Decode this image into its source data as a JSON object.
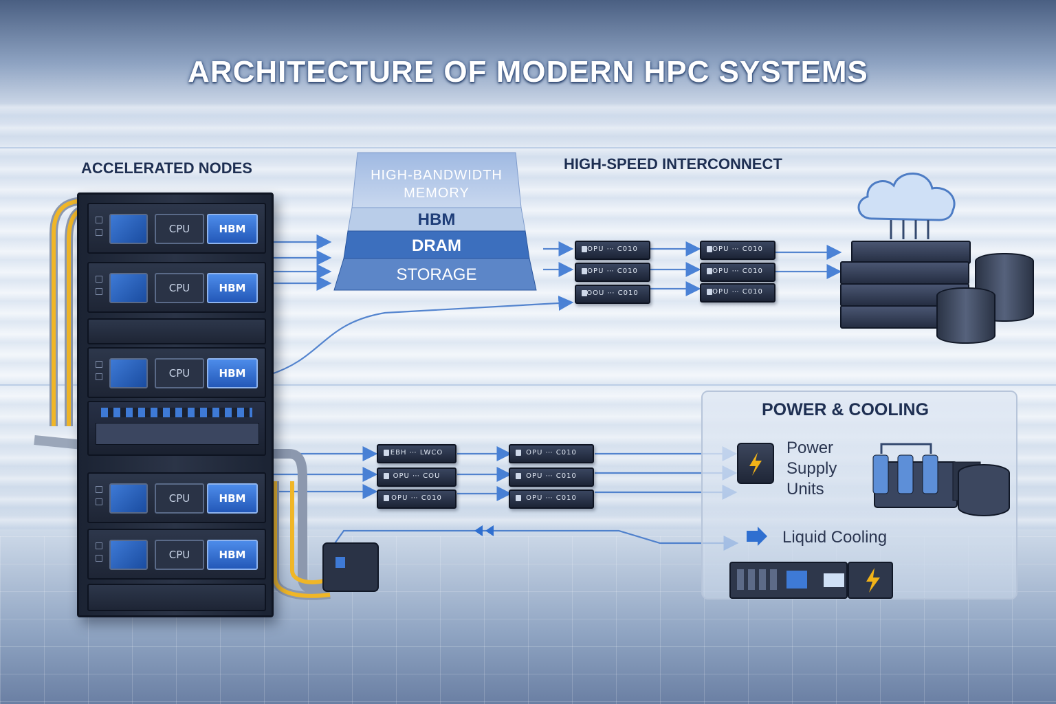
{
  "title": "ARCHITECTURE OF MODERN HPC SYSTEMS",
  "sections": {
    "accelerated_nodes": "ACCELERATED NODES",
    "interconnect": "HIGH-SPEED INTERCONNECT",
    "power_cooling": "POWER & COOLING"
  },
  "memory_hierarchy": {
    "top_line1": "HIGH-BANDWIDTH",
    "top_line2": "MEMORY",
    "hbm": "HBM",
    "dram": "DRAM",
    "storage": "STORAGE"
  },
  "node_labels": {
    "cpu": "CPU",
    "hbm": "HBM"
  },
  "switches_top": [
    {
      "label": "OPU ⋯ C010"
    },
    {
      "label": "OPU ⋯ C010"
    },
    {
      "label": "OOU ⋯ C010"
    },
    {
      "label": "OPU ⋯ C010"
    },
    {
      "label": "OPU ⋯ C010"
    },
    {
      "label": "OPU ⋯ C010"
    }
  ],
  "switches_bottom": [
    {
      "label": "EBH ⋯ LWCO"
    },
    {
      "label": "OPU ⋯ COU"
    },
    {
      "label": "OPU ⋯ C010"
    },
    {
      "label": "OPU ⋯ C010"
    },
    {
      "label": "OPU ⋯ C010"
    },
    {
      "label": "OPU ⋯ C010"
    }
  ],
  "power": {
    "psu_line1": "Power",
    "psu_line2": "Supply",
    "psu_line3": "Units",
    "liquid_cooling": "Liquid Cooling"
  },
  "colors": {
    "accent_blue": "#2f6fd0",
    "dark_navy": "#1e2f52",
    "cable_yellow": "#f0b627",
    "lightning": "#f2b318"
  },
  "icons": [
    "cloud-icon",
    "lightning-icon",
    "liquid-cooling-arrow-icon"
  ]
}
